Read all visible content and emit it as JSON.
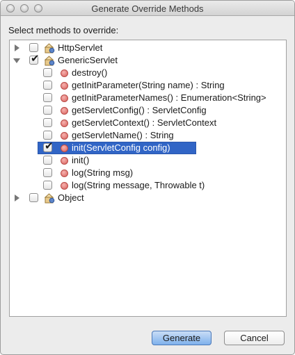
{
  "window": {
    "title": "Generate Override Methods"
  },
  "prompt": "Select methods to override:",
  "tree": [
    {
      "kind": "class",
      "label": "HttpServlet",
      "expanded": false,
      "checked": false
    },
    {
      "kind": "class",
      "label": "GenericServlet",
      "expanded": true,
      "checked": true
    },
    {
      "kind": "method",
      "label": "destroy()",
      "checked": false
    },
    {
      "kind": "method",
      "label": "getInitParameter(String name) : String",
      "checked": false
    },
    {
      "kind": "method",
      "label": "getInitParameterNames() : Enumeration<String>",
      "checked": false
    },
    {
      "kind": "method",
      "label": "getServletConfig() : ServletConfig",
      "checked": false
    },
    {
      "kind": "method",
      "label": "getServletContext() : ServletContext",
      "checked": false
    },
    {
      "kind": "method",
      "label": "getServletName() : String",
      "checked": false
    },
    {
      "kind": "method",
      "label": "init(ServletConfig config)",
      "checked": true,
      "selected": true
    },
    {
      "kind": "method",
      "label": "init()",
      "checked": false
    },
    {
      "kind": "method",
      "label": "log(String msg)",
      "checked": false
    },
    {
      "kind": "method",
      "label": "log(String message, Throwable t)",
      "checked": false
    },
    {
      "kind": "class",
      "label": "Object",
      "expanded": false,
      "checked": false
    }
  ],
  "buttons": {
    "generate": "Generate",
    "cancel": "Cancel"
  },
  "colors": {
    "selection": "#3165c6",
    "method_icon": "#e07b77",
    "default_button": "#7fb1ec"
  },
  "icons": {
    "class": "class-package-icon",
    "method": "method-icon"
  }
}
